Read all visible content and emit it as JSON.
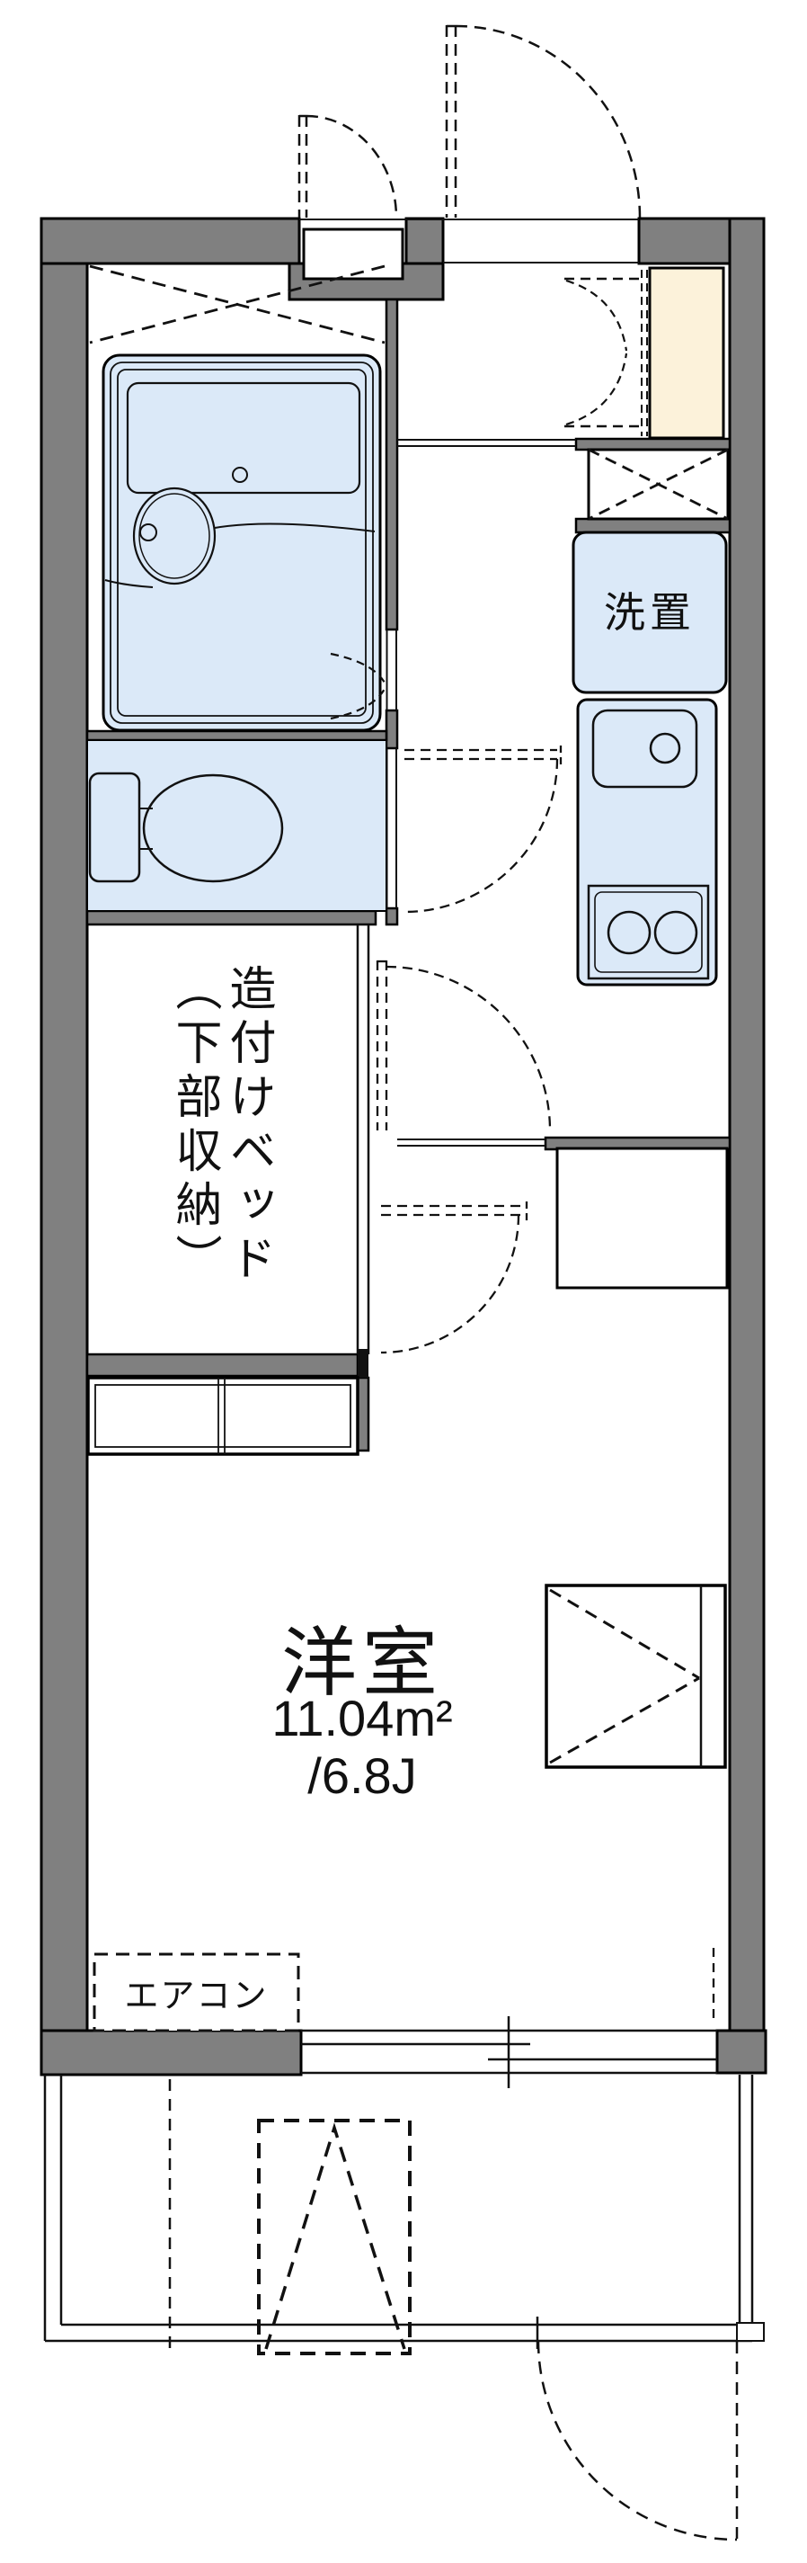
{
  "plan": {
    "rooms": {
      "main_room": {
        "name": "洋室",
        "area_m2": "11.04m²",
        "area_tatami": "/6.8J"
      },
      "bed_storage": {
        "line1": "造付けベッド",
        "line2": "（下部収納）"
      },
      "washer": {
        "label": "洗置"
      },
      "aircon": {
        "label": "エアコン"
      }
    },
    "colors": {
      "wall_gray": "#808080",
      "fixture_blue": "#dbe9f8",
      "shoebox_cream": "#fcf2da",
      "line_black": "#111111",
      "background": "#ffffff"
    }
  }
}
